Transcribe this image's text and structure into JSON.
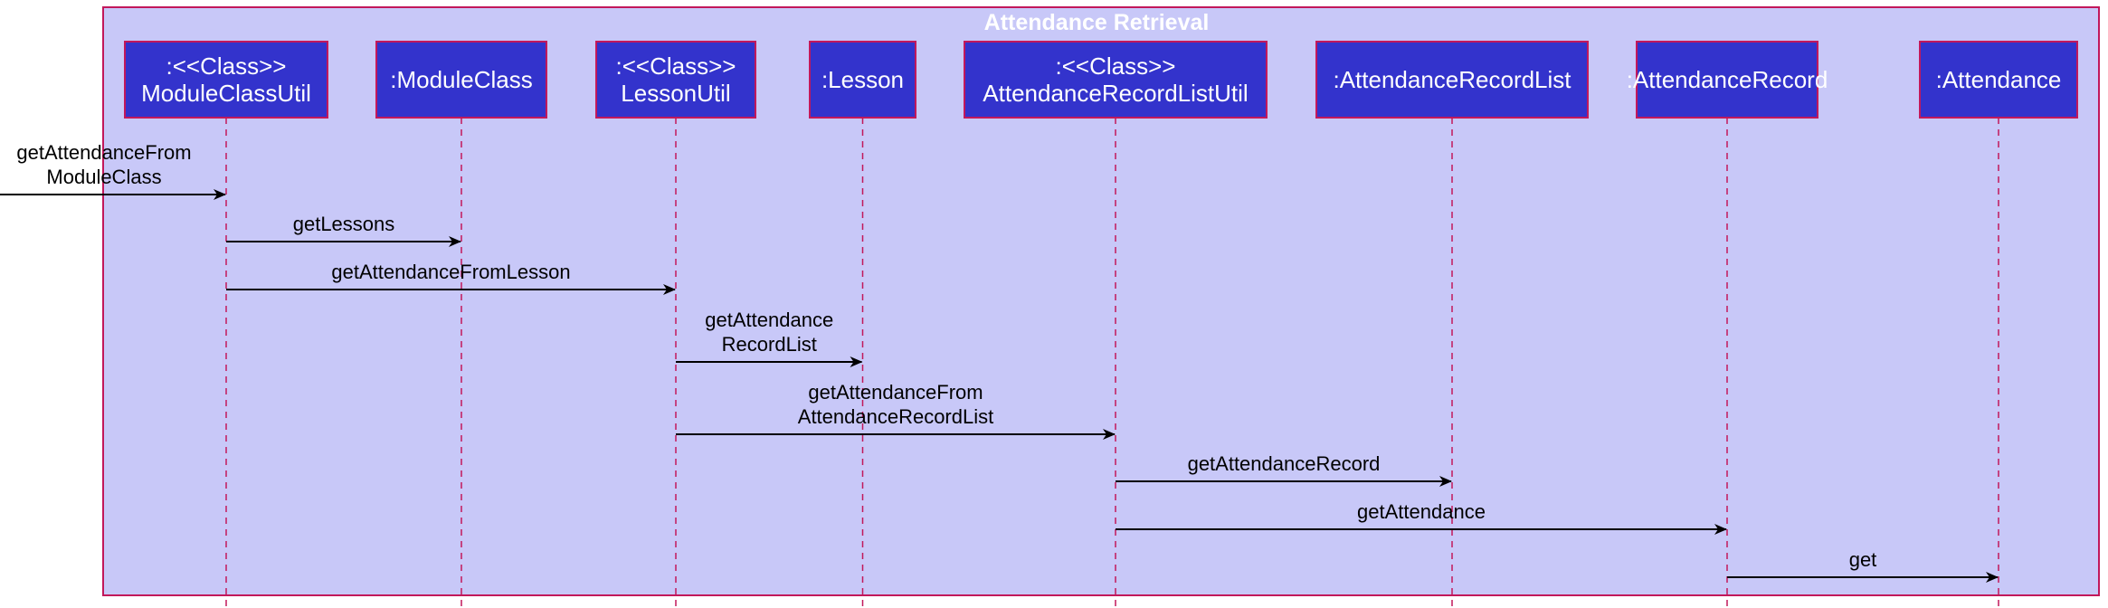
{
  "diagram": {
    "type": "sequence",
    "frame": {
      "title": "Attendance Retrieval"
    },
    "colors": {
      "frame_fill": "#c8c8f8",
      "frame_border": "#c2185b",
      "actor_fill": "#3333cc",
      "actor_border": "#c2185b",
      "actor_text": "#ffffff",
      "lifeline": "#c2185b",
      "message": "#000000"
    },
    "participants": [
      {
        "id": "module-class-util",
        "lines": [
          ":<<Class>>",
          "ModuleClassUtil"
        ]
      },
      {
        "id": "module-class",
        "lines": [
          ":ModuleClass"
        ]
      },
      {
        "id": "lesson-util",
        "lines": [
          ":<<Class>>",
          "LessonUtil"
        ]
      },
      {
        "id": "lesson",
        "lines": [
          ":Lesson"
        ]
      },
      {
        "id": "attendance-record-list-util",
        "lines": [
          ":<<Class>>",
          "AttendanceRecordListUtil"
        ]
      },
      {
        "id": "attendance-record-list",
        "lines": [
          ":AttendanceRecordList"
        ]
      },
      {
        "id": "attendance-record",
        "lines": [
          ":AttendanceRecord"
        ]
      },
      {
        "id": "attendance",
        "lines": [
          ":Attendance"
        ]
      }
    ],
    "messages": [
      {
        "from": null,
        "to": 0,
        "lines": [
          "getAttendanceFrom",
          "ModuleClass"
        ]
      },
      {
        "from": 0,
        "to": 1,
        "lines": [
          "getLessons"
        ]
      },
      {
        "from": 0,
        "to": 2,
        "lines": [
          "getAttendanceFromLesson"
        ]
      },
      {
        "from": 2,
        "to": 3,
        "lines": [
          "getAttendance",
          "RecordList"
        ]
      },
      {
        "from": 2,
        "to": 4,
        "lines": [
          "getAttendanceFrom",
          "AttendanceRecordList"
        ]
      },
      {
        "from": 4,
        "to": 5,
        "lines": [
          "getAttendanceRecord"
        ]
      },
      {
        "from": 4,
        "to": 6,
        "lines": [
          "getAttendance"
        ]
      },
      {
        "from": 6,
        "to": 7,
        "lines": [
          "get"
        ]
      }
    ]
  }
}
